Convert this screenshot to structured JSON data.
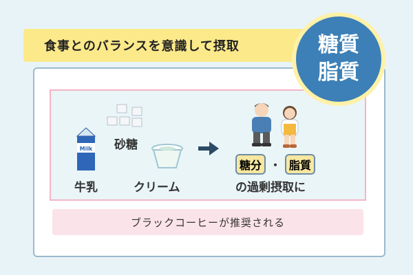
{
  "banner": {
    "text": "食事とのバランスを意識して摂取"
  },
  "badge": {
    "line1": "糖質",
    "line2": "脂質"
  },
  "items": {
    "milk": {
      "label": "牛乳",
      "carton_text": "Milk"
    },
    "sugar": {
      "label": "砂糖"
    },
    "cream": {
      "label": "クリーム"
    }
  },
  "result": {
    "tag1": "糖分",
    "dot": "・",
    "tag2": "脂質",
    "suffix": "の過剰摂取に"
  },
  "footer": {
    "text": "ブラックコーヒーが推奨される"
  }
}
